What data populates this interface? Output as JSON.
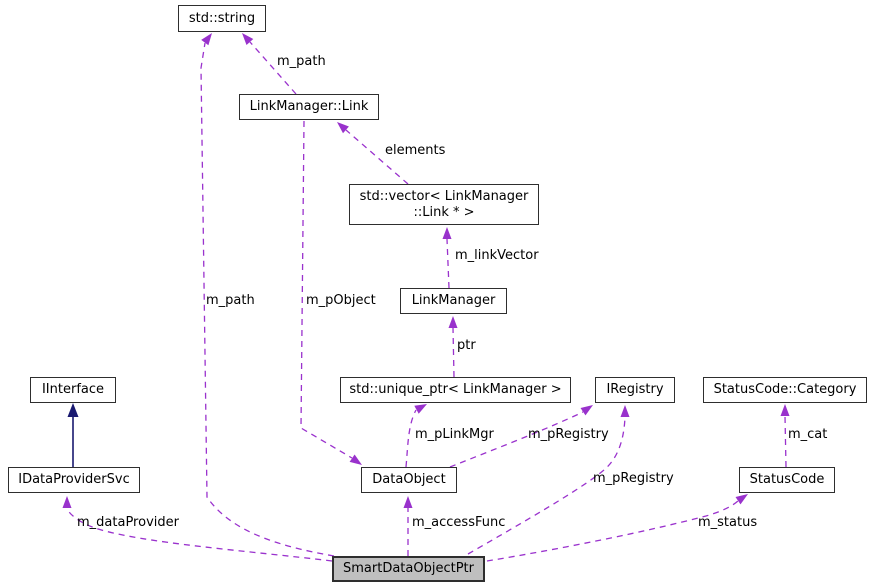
{
  "diagram": {
    "kind": "doxygen-collaboration-graph",
    "colors": {
      "usage_edge": "#9a32cd",
      "inheritance_edge": "#191970",
      "node_fill": "#ffffff",
      "current_node_fill": "#bfbfbf",
      "node_border": "#2e2e2e"
    },
    "nodes": [
      {
        "id": "std-string",
        "label": "std::string"
      },
      {
        "id": "linkmanager-link",
        "label": "LinkManager::Link"
      },
      {
        "id": "std-vector-link",
        "label": "std::vector< LinkManager",
        "label2": "::Link * >"
      },
      {
        "id": "linkmanager",
        "label": "LinkManager"
      },
      {
        "id": "iinterface",
        "label": "IInterface"
      },
      {
        "id": "std-unique-ptr",
        "label": "std::unique_ptr< LinkManager >"
      },
      {
        "id": "iregistry",
        "label": "IRegistry"
      },
      {
        "id": "statuscode-category",
        "label": "StatusCode::Category"
      },
      {
        "id": "idataprovidersvc",
        "label": "IDataProviderSvc"
      },
      {
        "id": "dataobject",
        "label": "DataObject"
      },
      {
        "id": "statuscode",
        "label": "StatusCode"
      },
      {
        "id": "smartdataobjectptr",
        "label": "SmartDataObjectPtr"
      }
    ],
    "edge_labels": [
      {
        "id": "m-path-link-to-string",
        "text": "m_path"
      },
      {
        "id": "elements",
        "text": "elements"
      },
      {
        "id": "m-linkvector",
        "text": "m_linkVector"
      },
      {
        "id": "m-path-sdop-to-string",
        "text": "m_path"
      },
      {
        "id": "m-pobject",
        "text": "m_pObject"
      },
      {
        "id": "ptr",
        "text": "ptr"
      },
      {
        "id": "m-plinkmgr",
        "text": "m_pLinkMgr"
      },
      {
        "id": "m-pregistry-dataobject",
        "text": "m_pRegistry"
      },
      {
        "id": "m-cat",
        "text": "m_cat"
      },
      {
        "id": "m-pregistry-sdop",
        "text": "m_pRegistry"
      },
      {
        "id": "m-dataprovider",
        "text": "m_dataProvider"
      },
      {
        "id": "m-accessfunc",
        "text": "m_accessFunc"
      },
      {
        "id": "m-status",
        "text": "m_status"
      }
    ]
  }
}
